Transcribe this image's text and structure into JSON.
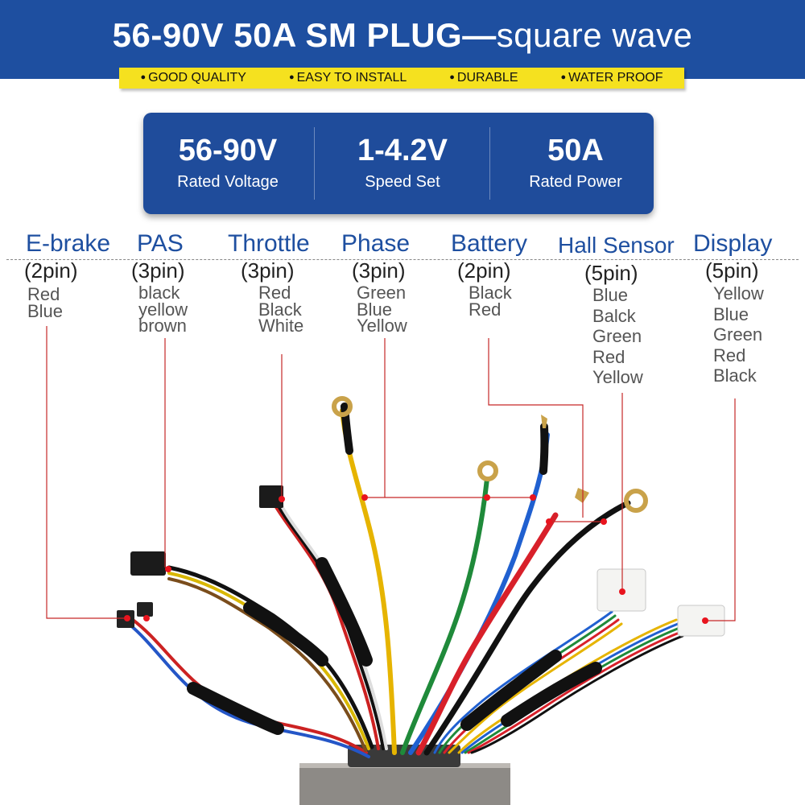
{
  "header": {
    "title_main": "56-90V 50A SM PLUG—",
    "title_tail": "square wave",
    "features": [
      "GOOD QUALITY",
      "EASY TO INSTALL",
      "DURABLE",
      "WATER PROOF"
    ]
  },
  "specs": [
    {
      "value": "56-90V",
      "label": "Rated Voltage"
    },
    {
      "value": "1-4.2V",
      "label": "Speed Set"
    },
    {
      "value": "50A",
      "label": "Rated Power"
    }
  ],
  "connectors": [
    {
      "name": "E-brake",
      "pins": "(2pin)",
      "colors": [
        "Red",
        "Blue"
      ]
    },
    {
      "name": "PAS",
      "pins": "(3pin)",
      "colors": [
        "black",
        "yellow",
        "brown"
      ]
    },
    {
      "name": "Throttle",
      "pins": "(3pin)",
      "colors": [
        "Red",
        "Black",
        "White"
      ]
    },
    {
      "name": "Phase",
      "pins": "(3pin)",
      "colors": [
        "Green",
        "Blue",
        "Yellow"
      ]
    },
    {
      "name": "Battery",
      "pins": "(2pin)",
      "colors": [
        "Black",
        "Red"
      ]
    },
    {
      "name": "Hall Sensor",
      "pins": "(5pin)",
      "colors": [
        "Blue",
        "Balck",
        "Green",
        "Red",
        "Yellow"
      ]
    },
    {
      "name": "Display",
      "pins": "(5pin)",
      "colors": [
        "Yellow",
        "Blue",
        "Green",
        "Red",
        "Black"
      ]
    }
  ],
  "style": {
    "banner": "#1e4fa0",
    "ribbon": "#f5e11f",
    "callout_line": "#c62828",
    "marker": "#e8141e"
  }
}
